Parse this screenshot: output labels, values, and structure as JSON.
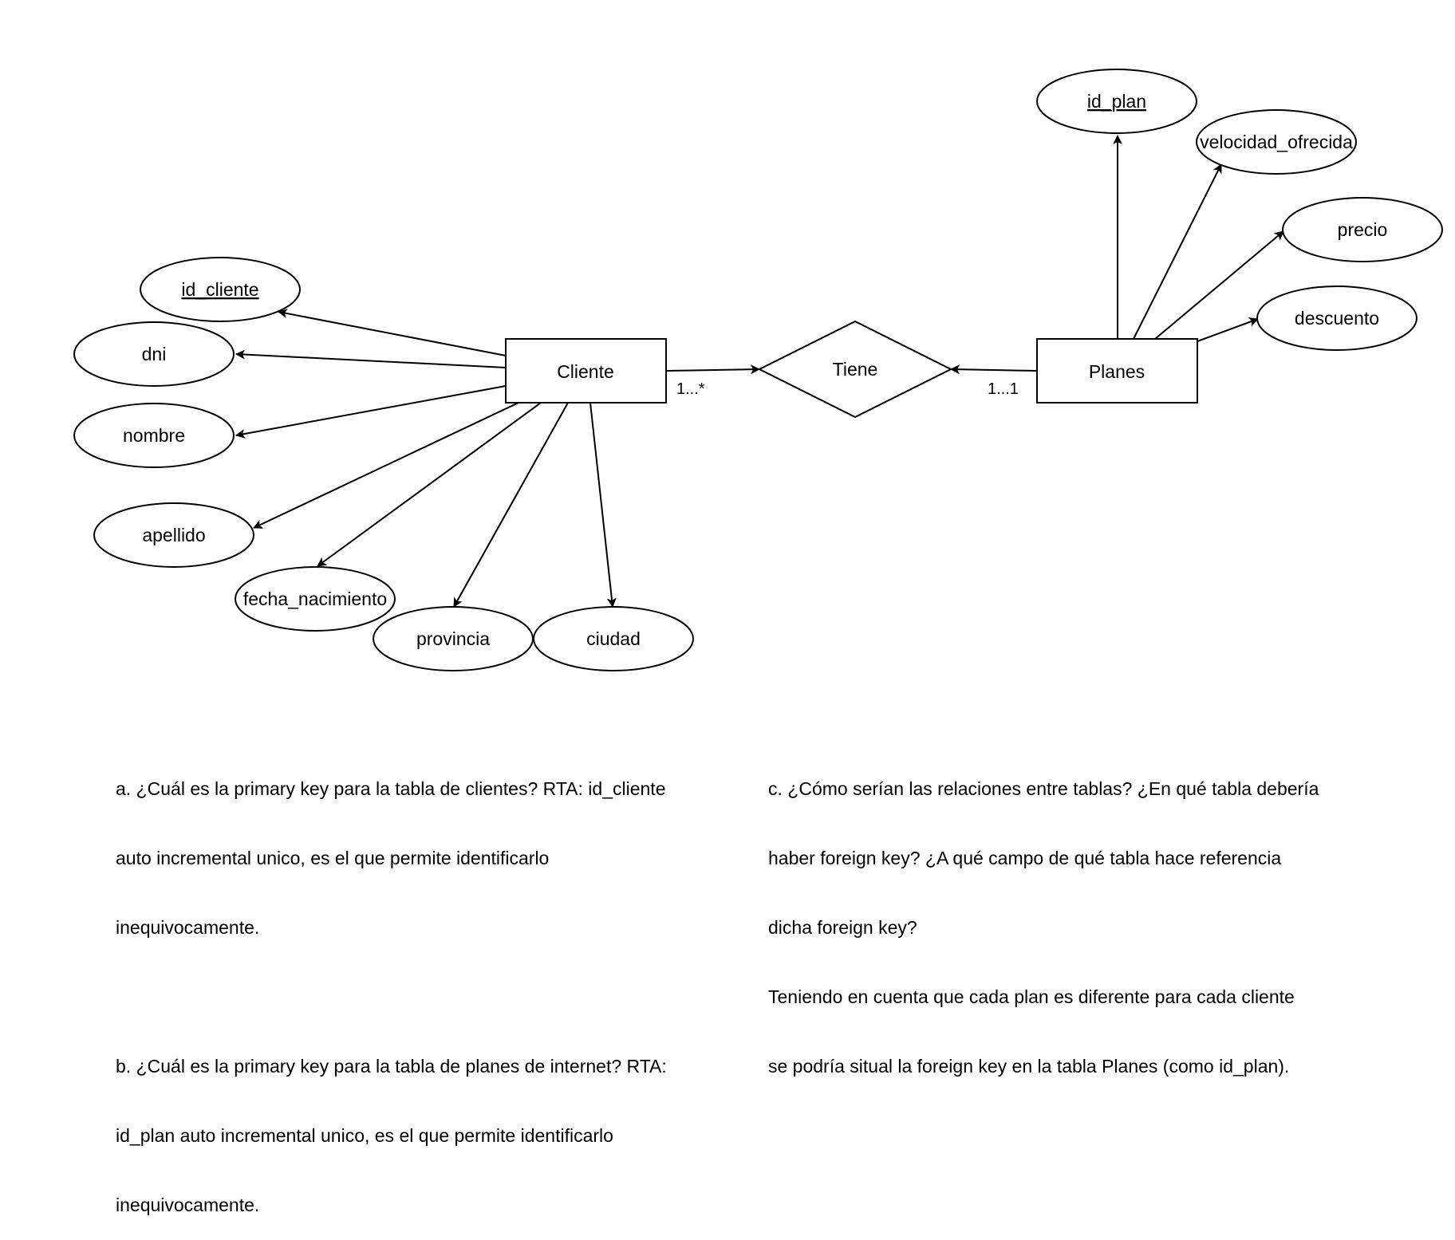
{
  "entities": {
    "cliente": "Cliente",
    "planes": "Planes"
  },
  "relationship": {
    "label": "Tiene",
    "cardinality_cliente": "1...*",
    "cardinality_planes": "1...1"
  },
  "attributes": {
    "cliente": [
      {
        "id": "id_cliente",
        "label": "id_cliente",
        "primary_key": true
      },
      {
        "id": "dni",
        "label": "dni",
        "primary_key": false
      },
      {
        "id": "nombre",
        "label": "nombre",
        "primary_key": false
      },
      {
        "id": "apellido",
        "label": "apellido",
        "primary_key": false
      },
      {
        "id": "fecha_nacimiento",
        "label": "fecha_nacimiento",
        "primary_key": false
      },
      {
        "id": "provincia",
        "label": "provincia",
        "primary_key": false
      },
      {
        "id": "ciudad",
        "label": "ciudad",
        "primary_key": false
      }
    ],
    "planes": [
      {
        "id": "id_plan",
        "label": "id_plan",
        "primary_key": true
      },
      {
        "id": "velocidad_ofrecida",
        "label": "velocidad_ofrecida",
        "primary_key": false
      },
      {
        "id": "precio",
        "label": "precio",
        "primary_key": false
      },
      {
        "id": "descuento",
        "label": "descuento",
        "primary_key": false
      }
    ]
  },
  "notes": {
    "a": [
      "a. ¿Cuál es la primary key para la tabla de clientes? RTA: id_cliente",
      "auto incremental unico, es el que permite identificarlo",
      "inequivocamente."
    ],
    "b": [
      "b. ¿Cuál es la primary key para la tabla de planes de internet? RTA:",
      "id_plan auto incremental unico, es el que permite identificarlo",
      "inequivocamente."
    ],
    "c": [
      "c. ¿Cómo serían las relaciones entre tablas? ¿En qué tabla debería",
      "haber foreign key? ¿A qué campo de qué tabla hace referencia",
      "dicha foreign key?",
      "Teniendo en cuenta que cada plan es diferente para cada cliente",
      "se podría situal la foreign key en la tabla Planes (como id_plan)."
    ]
  }
}
